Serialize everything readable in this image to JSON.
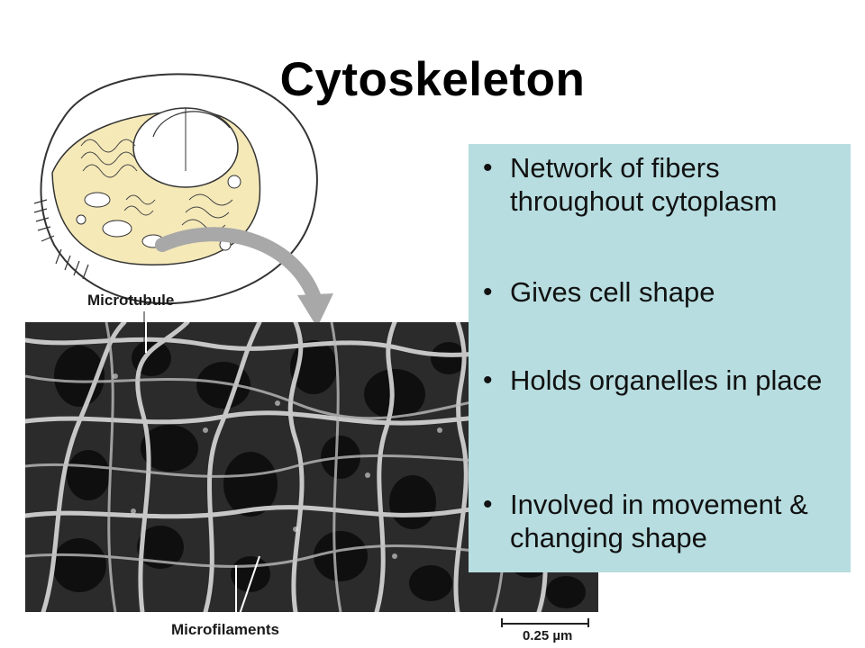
{
  "slide": {
    "title": "Cytoskeleton",
    "bullets": [
      "Network of fibers throughout cytoplasm",
      "Gives cell shape",
      "Holds organelles in place",
      "Involved in movement & changing shape"
    ],
    "bullet_symbol": "•",
    "figure": {
      "label_microtubule": "Microtubule",
      "label_microfilaments": "Microfilaments",
      "scale_label": "0.25 µm"
    },
    "colors": {
      "bullet_box": "#b7dde0",
      "cell_fill": "#f5e9b8",
      "arrow": "#a8a8a8"
    }
  }
}
